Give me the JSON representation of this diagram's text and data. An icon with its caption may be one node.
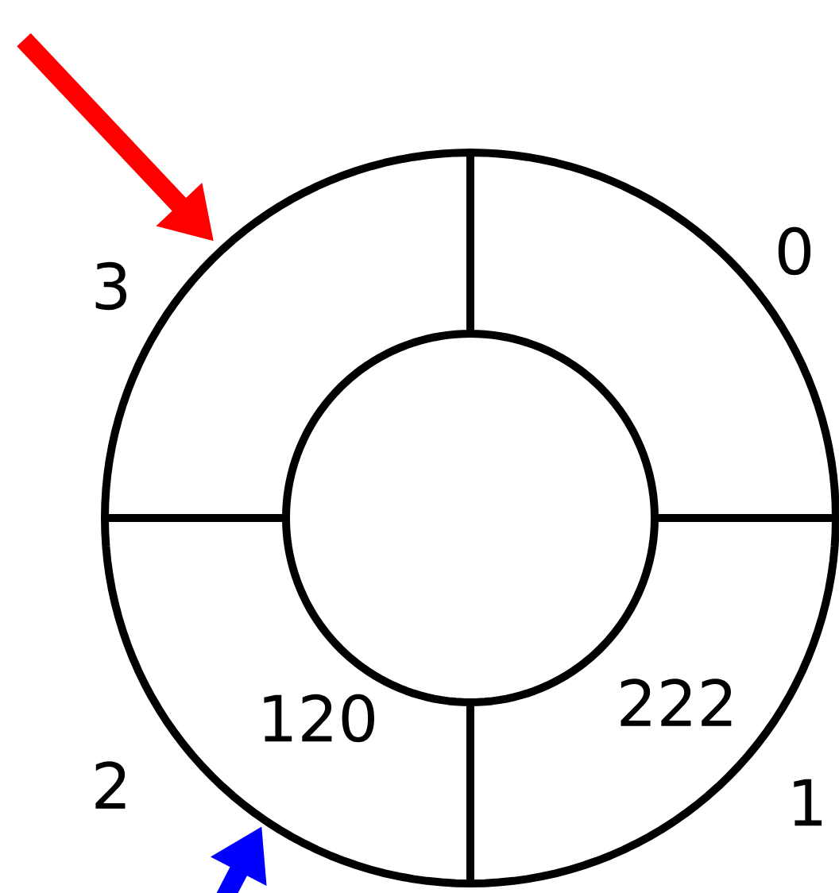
{
  "diagram": {
    "nodes": [
      {
        "text": [],
        "shape": "sector",
        "beside": [
          "3"
        ]
      },
      {
        "text": [],
        "shape": "sector",
        "beside": [
          "0"
        ]
      },
      {
        "text": [
          "120"
        ],
        "beside": [
          "2"
        ]
      },
      {
        "text": [
          "222"
        ],
        "beside": [
          "1"
        ]
      }
    ],
    "edges": [
      {
        "from": null,
        "to": 0,
        "arrow": "to",
        "color": "#ff0000"
      },
      {
        "from": null,
        "to": 2,
        "arrow": "to",
        "color": "#0000ff"
      }
    ]
  }
}
